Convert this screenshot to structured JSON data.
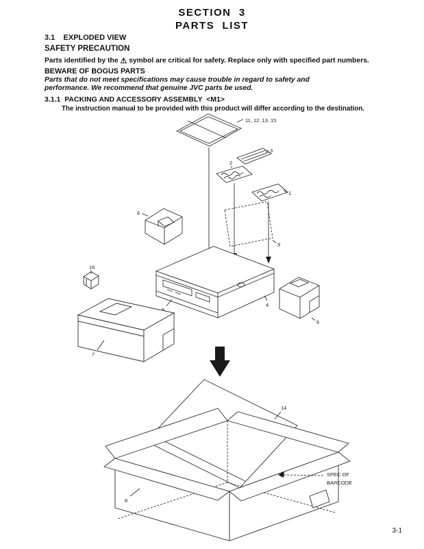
{
  "header": {
    "title_line1": "SECTION  3",
    "title_line2": "PARTS  LIST"
  },
  "sections": {
    "exploded_view_heading": "3.1    EXPLODED VIEW",
    "safety_heading": "SAFETY PRECAUTION",
    "safety_text_before_symbol": "Parts identified by the",
    "safety_symbol": "⚠",
    "safety_text_after_symbol": "symbol are critical for safety. Replace only with specified part numbers.",
    "bogus_heading": "BEWARE OF BOGUS PARTS",
    "bogus_text": "Parts that do not meet specifications may cause trouble in regard to safety and performance. We recommend that genuine JVC parts be used.",
    "packing_heading": "3.1.1  PACKING AND ACCESSORY ASSEMBLY  <M1>",
    "packing_note": "The instruction manual to be provided with this product will differ according to the destination."
  },
  "diagram": {
    "labels": {
      "manual_bag": "11, 12, 13, 15",
      "part1": "1",
      "part2": "2",
      "part3": "3",
      "part4": "4",
      "part5": "5",
      "part6_left": "6",
      "part6_right": "6",
      "part7": "7",
      "part8": "8",
      "part9": "9",
      "part14": "14",
      "part16": "16"
    },
    "barcode_label_line1": "SPEC OF",
    "barcode_label_line2": "BARCODE"
  },
  "footer": {
    "page_number": "3-1"
  }
}
